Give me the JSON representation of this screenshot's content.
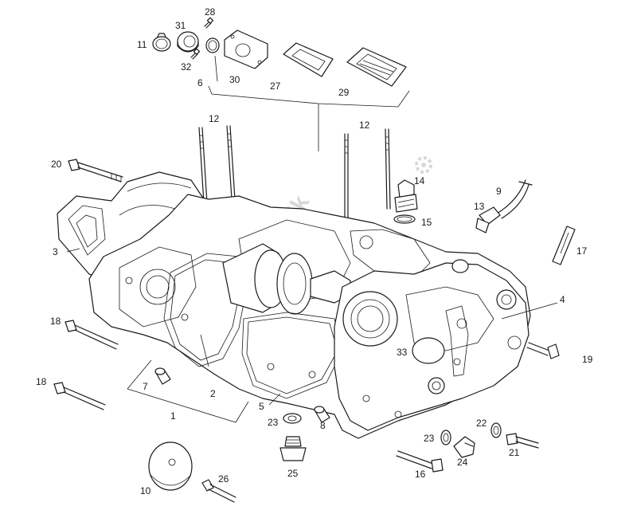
{
  "diagram": {
    "part_labels": [
      {
        "id": "p1",
        "text": "1"
      },
      {
        "id": "p2",
        "text": "2"
      },
      {
        "id": "p3",
        "text": "3"
      },
      {
        "id": "p4",
        "text": "4"
      },
      {
        "id": "p5",
        "text": "5"
      },
      {
        "id": "p6",
        "text": "6"
      },
      {
        "id": "p7",
        "text": "7"
      },
      {
        "id": "p8",
        "text": "8"
      },
      {
        "id": "p9",
        "text": "9"
      },
      {
        "id": "p10",
        "text": "10"
      },
      {
        "id": "p11",
        "text": "11"
      },
      {
        "id": "p12a",
        "text": "12"
      },
      {
        "id": "p12b",
        "text": "12"
      },
      {
        "id": "p13",
        "text": "13"
      },
      {
        "id": "p14",
        "text": "14"
      },
      {
        "id": "p15",
        "text": "15"
      },
      {
        "id": "p16",
        "text": "16"
      },
      {
        "id": "p17",
        "text": "17"
      },
      {
        "id": "p18a",
        "text": "18"
      },
      {
        "id": "p18b",
        "text": "18"
      },
      {
        "id": "p19",
        "text": "19"
      },
      {
        "id": "p20",
        "text": "20"
      },
      {
        "id": "p21",
        "text": "21"
      },
      {
        "id": "p22",
        "text": "22"
      },
      {
        "id": "p23a",
        "text": "23"
      },
      {
        "id": "p23b",
        "text": "23"
      },
      {
        "id": "p24",
        "text": "24"
      },
      {
        "id": "p25",
        "text": "25"
      },
      {
        "id": "p26",
        "text": "26"
      },
      {
        "id": "p27",
        "text": "27"
      },
      {
        "id": "p28",
        "text": "28"
      },
      {
        "id": "p29",
        "text": "29"
      },
      {
        "id": "p30",
        "text": "30"
      },
      {
        "id": "p31",
        "text": "31"
      },
      {
        "id": "p32",
        "text": "32"
      },
      {
        "id": "p33",
        "text": "33"
      }
    ],
    "watermark_text": "partsrepublik",
    "colors": {
      "line": "#1a1a1a",
      "background": "#ffffff",
      "watermark": "#d8d8d8"
    }
  }
}
